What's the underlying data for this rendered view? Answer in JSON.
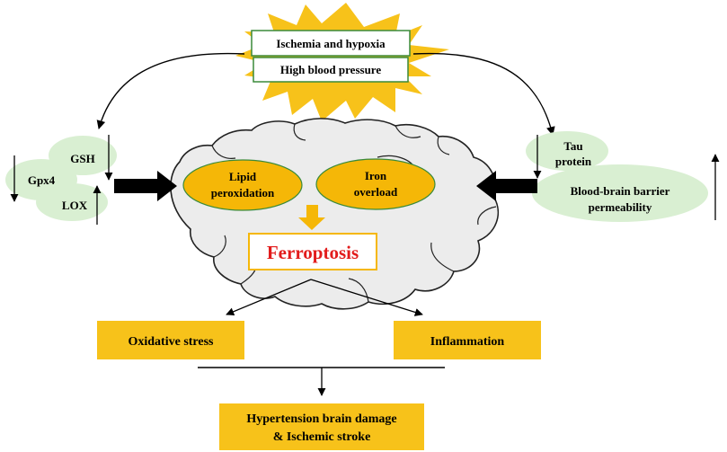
{
  "trigger": {
    "box1": "Ischemia and hypoxia",
    "box2": "High blood pressure"
  },
  "left_markers": {
    "gsh": "GSH",
    "gpx4": "Gpx4",
    "lox": "LOX"
  },
  "right_markers": {
    "tau_line1": "Tau",
    "tau_line2": "protein",
    "bbb_line1": "Blood-brain barrier",
    "bbb_line2": "permeability"
  },
  "brain": {
    "lipid_line1": "Lipid",
    "lipid_line2": "peroxidation",
    "iron_line1": "Iron",
    "iron_line2": "overload",
    "ferroptosis": "Ferroptosis"
  },
  "outcomes": {
    "oxidative": "Oxidative stress",
    "inflammation": "Inflammation"
  },
  "result": {
    "line1": "Hypertension brain damage",
    "line2": "& Ischemic stroke"
  },
  "colors": {
    "starburst": "#f7c21a",
    "oval_fill": "#f5b707",
    "green_blob": "#d9efd2",
    "brain_fill": "#ececec",
    "box_fill": "#f7c21a",
    "ferroptosis_text": "#e21c1c",
    "ferroptosis_border": "#f5b707"
  }
}
